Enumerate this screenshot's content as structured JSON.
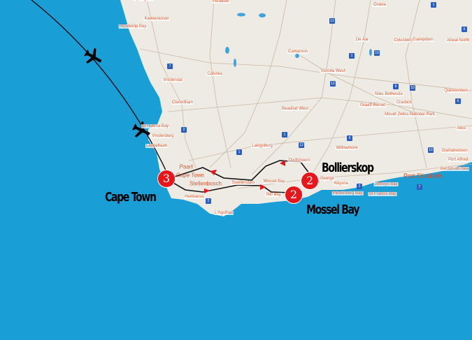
{
  "map": {
    "colors": {
      "ocean": "#1a9ed6",
      "land": "#eeeae4",
      "route": "#111111",
      "marker": "#e8161a",
      "label": "#e0572d"
    },
    "towns": [
      "Springbok",
      "Kamieskroon",
      "Hondeklip Bay",
      "Pofadder",
      "Vredendal",
      "Calvinia",
      "Carnarvon",
      "Clanwilliam",
      "Victoria West",
      "De Aar",
      "Orania",
      "Colesberg",
      "Gariepdam",
      "Aliwal North",
      "Queenstown",
      "Beaufort West",
      "Nieu-Bethesda",
      "Graaff-Reinet",
      "Cradock",
      "Mount Zebra National Park",
      "St Helena Bay",
      "Vredenburg",
      "Langebaan",
      "Laingsburg",
      "Willowmore",
      "Grahamstown",
      "Alice",
      "Port Alfred",
      "Kenton-on-Sea",
      "Oudtshoorn",
      "Paarl",
      "Stellenbosch",
      "Swellendam",
      "Hermanus",
      "L'Agulhas",
      "Still Bay",
      "Mossel Bay",
      "George",
      "Knysna",
      "Plettenberg Bay",
      "Jeffreys Bay",
      "St Francis Bay",
      "Port Elizabeth",
      "Cape Town"
    ],
    "road_shields": [
      "7",
      "12",
      "1",
      "6",
      "10",
      "1",
      "6",
      "12",
      "9",
      "10",
      "1",
      "12",
      "9",
      "10",
      "2",
      "7",
      "2",
      "2",
      "1"
    ],
    "destinations": [
      {
        "name": "Cape Town",
        "nights": "3"
      },
      {
        "name": "Bollierskop",
        "nights": "2"
      },
      {
        "name": "Mossel Bay",
        "nights": "2"
      }
    ],
    "icons": [
      "airplane-icon",
      "airplane-icon",
      "route-arrow-icon"
    ]
  }
}
